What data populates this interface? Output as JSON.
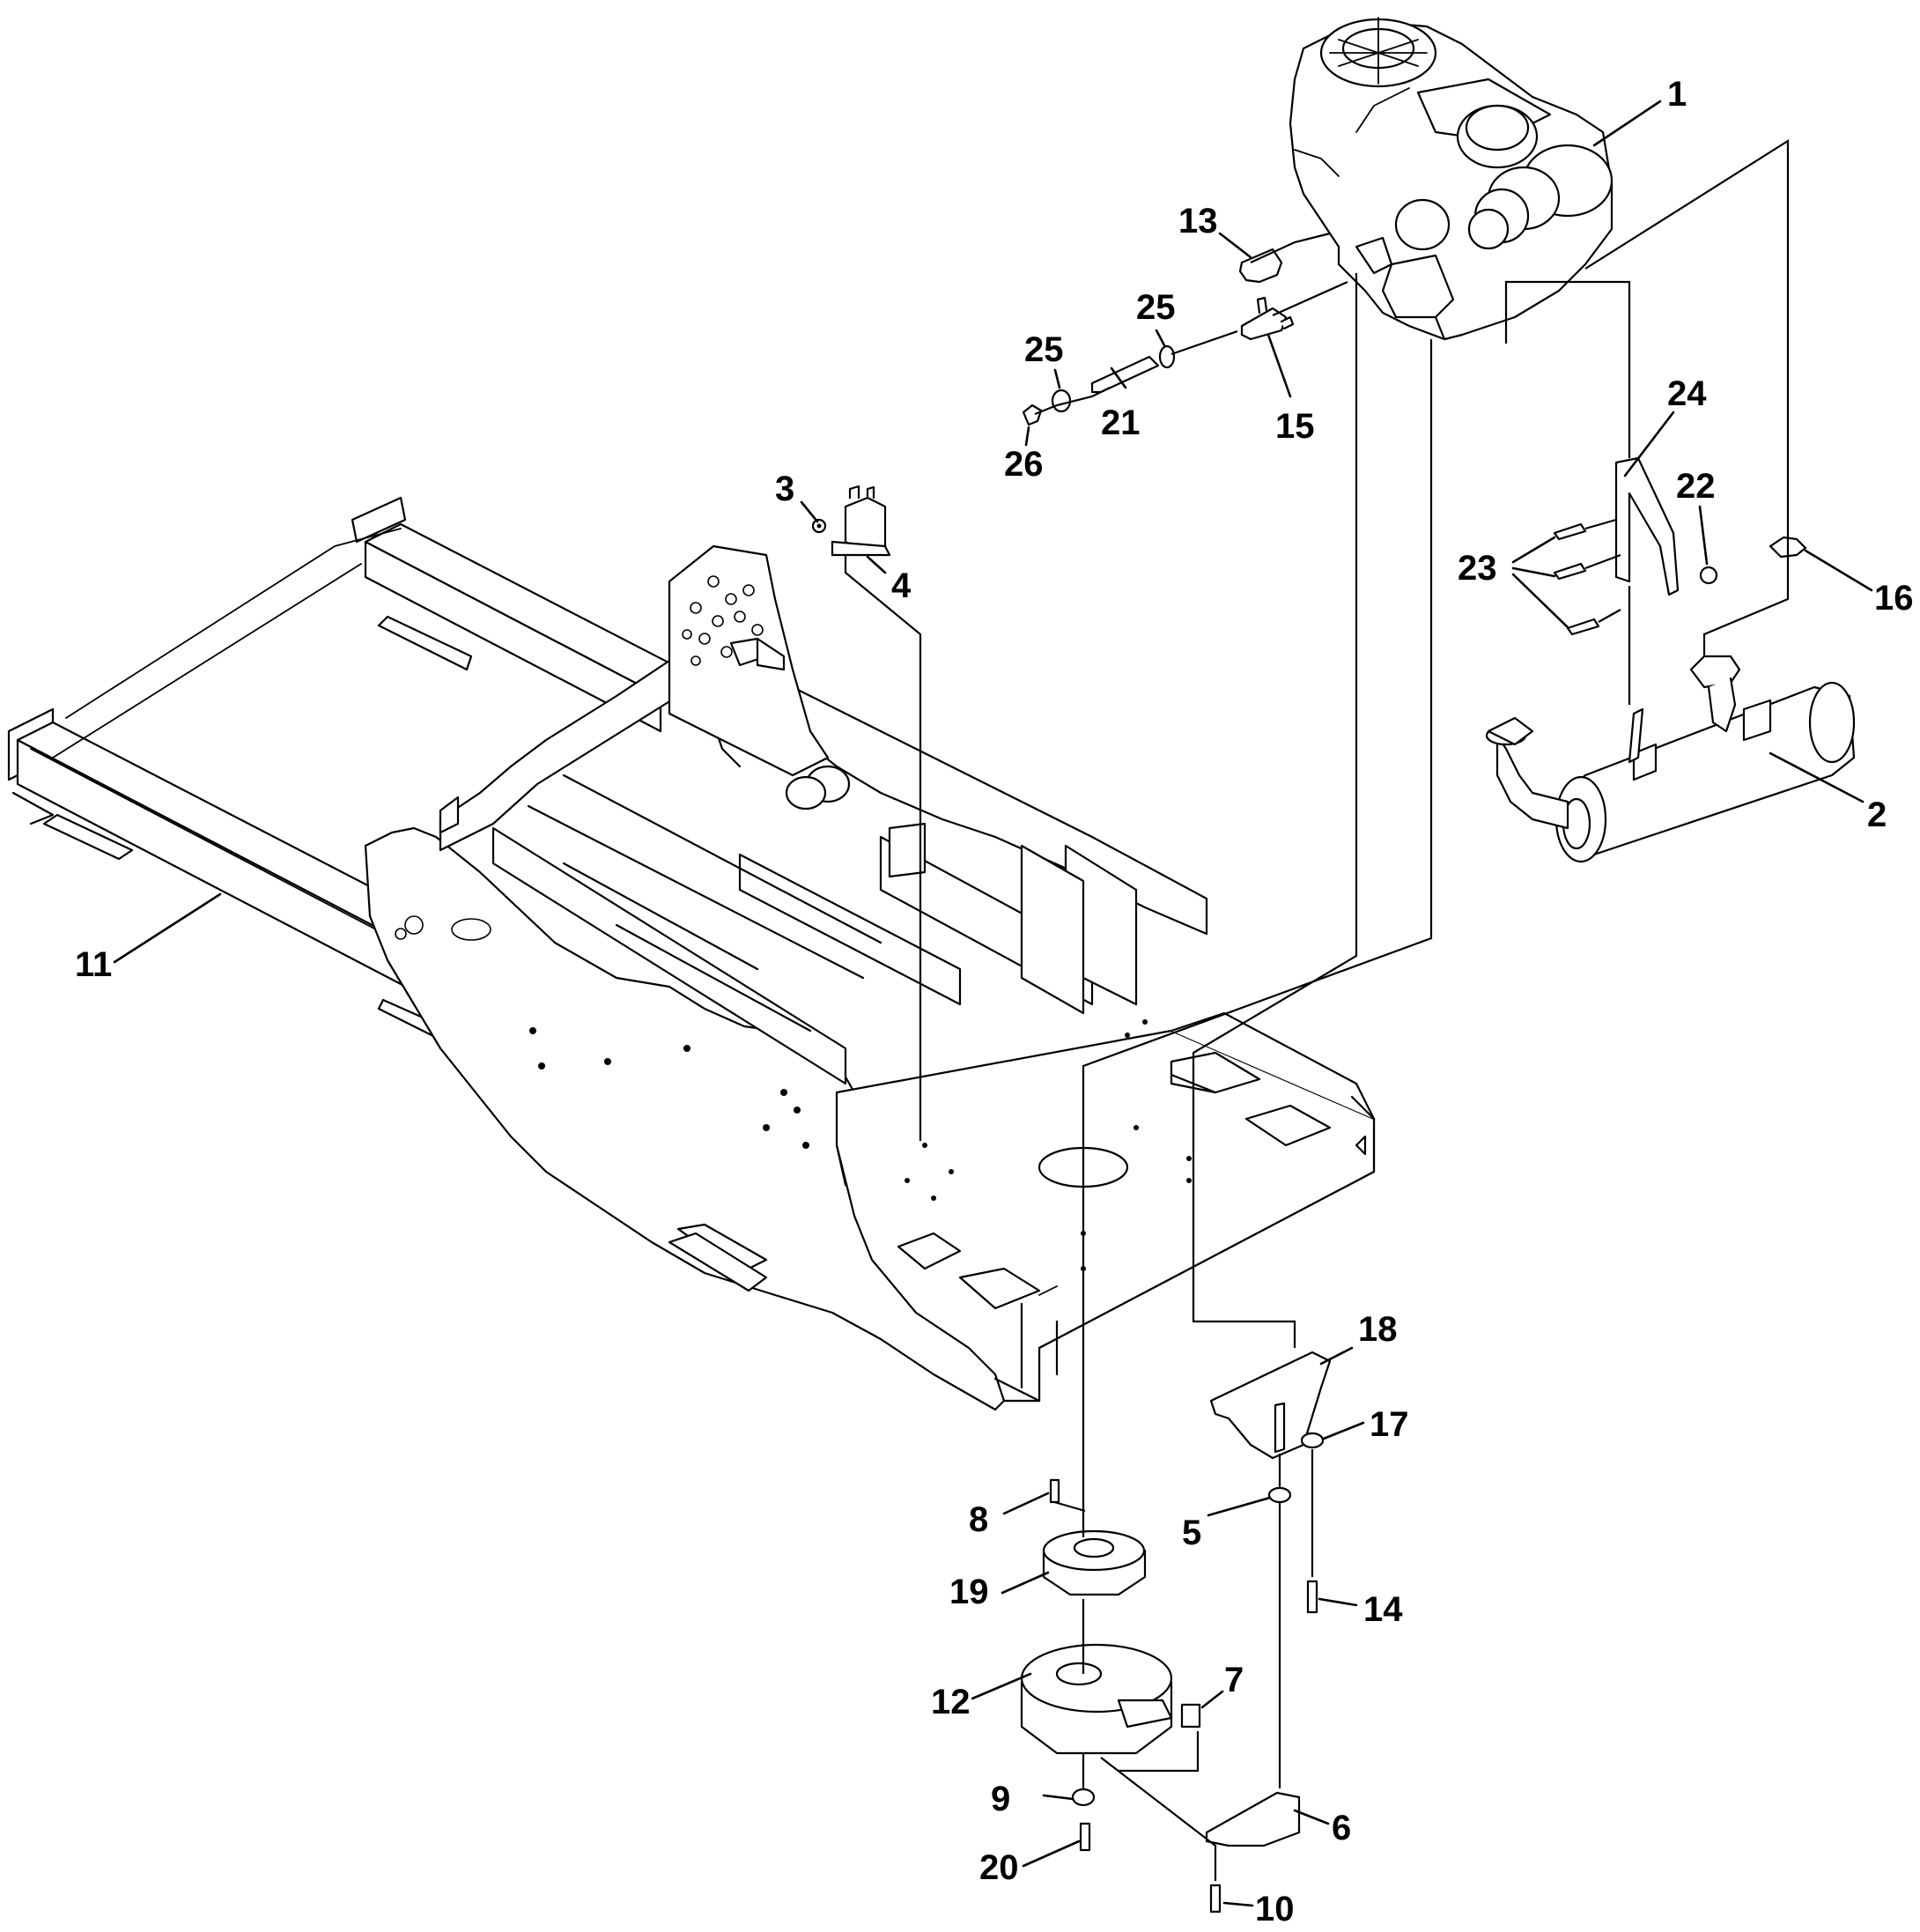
{
  "diagram": {
    "style": "exploded parts view, black line art on white",
    "line_color": "#000000",
    "background_color": "#ffffff",
    "callouts": [
      {
        "id": "1",
        "label": "1"
      },
      {
        "id": "2",
        "label": "2"
      },
      {
        "id": "3",
        "label": "3"
      },
      {
        "id": "4",
        "label": "4"
      },
      {
        "id": "5",
        "label": "5"
      },
      {
        "id": "6",
        "label": "6"
      },
      {
        "id": "7",
        "label": "7"
      },
      {
        "id": "8",
        "label": "8"
      },
      {
        "id": "9",
        "label": "9"
      },
      {
        "id": "10",
        "label": "10"
      },
      {
        "id": "11",
        "label": "11"
      },
      {
        "id": "12",
        "label": "12"
      },
      {
        "id": "13",
        "label": "13"
      },
      {
        "id": "14",
        "label": "14"
      },
      {
        "id": "15",
        "label": "15"
      },
      {
        "id": "16",
        "label": "16"
      },
      {
        "id": "17",
        "label": "17"
      },
      {
        "id": "18",
        "label": "18"
      },
      {
        "id": "19",
        "label": "19"
      },
      {
        "id": "20",
        "label": "20"
      },
      {
        "id": "21",
        "label": "21"
      },
      {
        "id": "22",
        "label": "22"
      },
      {
        "id": "23",
        "label": "23"
      },
      {
        "id": "24",
        "label": "24"
      },
      {
        "id": "25a",
        "label": "25"
      },
      {
        "id": "25b",
        "label": "25"
      },
      {
        "id": "26",
        "label": "26"
      }
    ]
  }
}
